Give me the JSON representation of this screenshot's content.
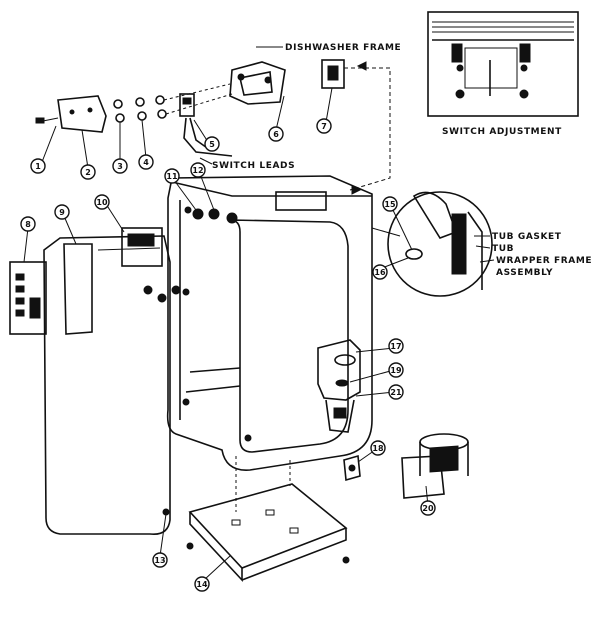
{
  "labels": {
    "dishwasher_frame": "DISHWASHER FRAME",
    "switch_leads": "SWITCH LEADS",
    "switch_adjustment": "SWITCH ADJUSTMENT",
    "tub_gasket": "TUB GASKET",
    "tub": "TUB",
    "wrapper_frame_line1": "WRAPPER FRAME",
    "wrapper_frame_line2": "ASSEMBLY"
  },
  "callouts": [
    "1",
    "2",
    "3",
    "4",
    "5",
    "6",
    "7",
    "8",
    "9",
    "10",
    "11",
    "12",
    "13",
    "14",
    "15",
    "16",
    "17",
    "18",
    "19",
    "20",
    "21"
  ]
}
